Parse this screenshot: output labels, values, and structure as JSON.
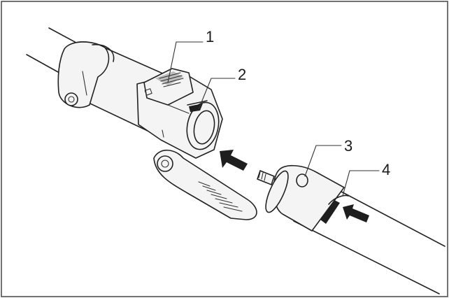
{
  "figure": {
    "callouts": [
      {
        "label": "1"
      },
      {
        "label": "2"
      },
      {
        "label": "3"
      },
      {
        "label": "4"
      }
    ],
    "colors": {
      "line": "#222222",
      "background": "#ffffff",
      "shade": "#bdbdbd",
      "arrow": "#1e1e1e"
    }
  }
}
